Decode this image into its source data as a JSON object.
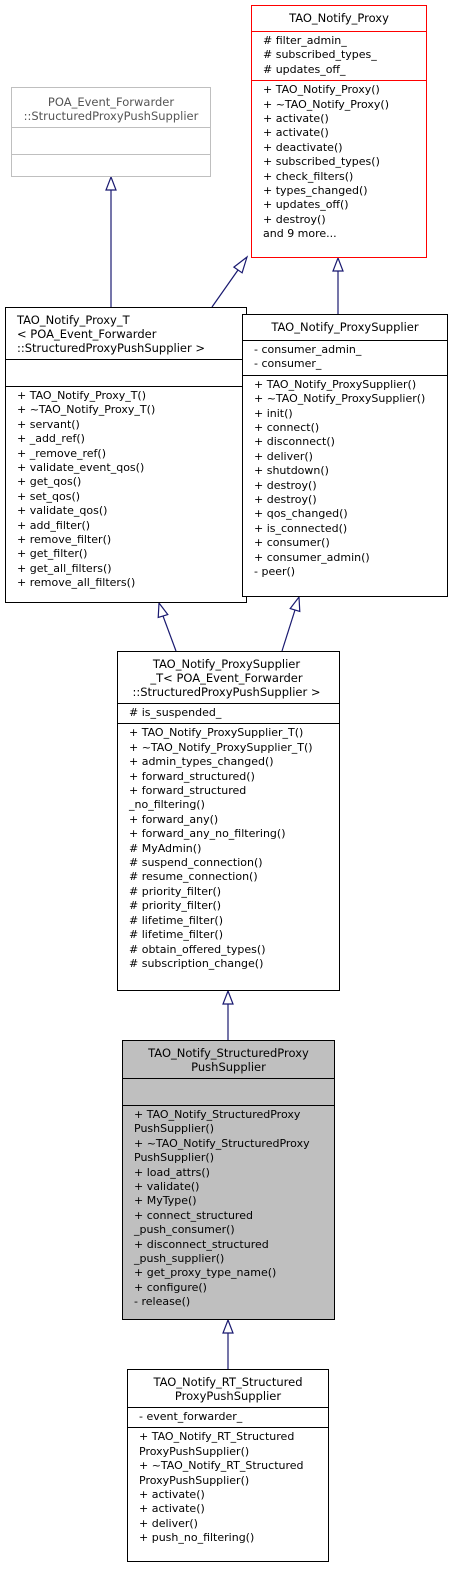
{
  "colors": {
    "edge": "#191970",
    "highlight_border": "#ff0000",
    "focus_fill": "#bfbfbf"
  },
  "nodes": {
    "poa": {
      "title": "POA_Event_Forwarder\n::StructuredProxyPushSupplier",
      "attributes": [],
      "methods": []
    },
    "proxy": {
      "title": "TAO_Notify_Proxy",
      "attributes": [
        "# filter_admin_",
        "# subscribed_types_",
        "# updates_off_"
      ],
      "methods": [
        "+ TAO_Notify_Proxy()",
        "+ ~TAO_Notify_Proxy()",
        "+ activate()",
        "+ activate()",
        "+ deactivate()",
        "+ subscribed_types()",
        "+ check_filters()",
        "+ types_changed()",
        "+ updates_off()",
        "+ destroy()",
        "and 9 more..."
      ]
    },
    "proxy_t": {
      "title": "TAO_Notify_Proxy_T\n< POA_Event_Forwarder\n::StructuredProxyPushSupplier >",
      "attributes": [],
      "methods": [
        "+ TAO_Notify_Proxy_T()",
        "+ ~TAO_Notify_Proxy_T()",
        "+ servant()",
        "+ _add_ref()",
        "+ _remove_ref()",
        "+ validate_event_qos()",
        "+ get_qos()",
        "+ set_qos()",
        "+ validate_qos()",
        "+ add_filter()",
        "+ remove_filter()",
        "+ get_filter()",
        "+ get_all_filters()",
        "+ remove_all_filters()"
      ]
    },
    "proxysupplier": {
      "title": "TAO_Notify_ProxySupplier",
      "attributes": [
        "- consumer_admin_",
        "- consumer_"
      ],
      "methods": [
        "+ TAO_Notify_ProxySupplier()",
        "+ ~TAO_Notify_ProxySupplier()",
        "+ init()",
        "+ connect()",
        "+ disconnect()",
        "+ deliver()",
        "+ shutdown()",
        "+ destroy()",
        "+ destroy()",
        "+ qos_changed()",
        "+ is_connected()",
        "+ consumer()",
        "+ consumer_admin()",
        "- peer()"
      ]
    },
    "proxysupplier_t": {
      "title": "TAO_Notify_ProxySupplier\n_T< POA_Event_Forwarder\n::StructuredProxyPushSupplier >",
      "attributes": [
        "# is_suspended_"
      ],
      "methods": [
        "+ TAO_Notify_ProxySupplier_T()",
        "+ ~TAO_Notify_ProxySupplier_T()",
        "+ admin_types_changed()",
        "+ forward_structured()",
        "+ forward_structured\n_no_filtering()",
        "+ forward_any()",
        "+ forward_any_no_filtering()",
        "# MyAdmin()",
        "# suspend_connection()",
        "# resume_connection()",
        "# priority_filter()",
        "# priority_filter()",
        "# lifetime_filter()",
        "# lifetime_filter()",
        "# obtain_offered_types()",
        "# subscription_change()"
      ]
    },
    "structured": {
      "title": "TAO_Notify_StructuredProxy\nPushSupplier",
      "attributes": [],
      "methods": [
        "+ TAO_Notify_StructuredProxy\nPushSupplier()",
        "+ ~TAO_Notify_StructuredProxy\nPushSupplier()",
        "+ load_attrs()",
        "+ validate()",
        "+ MyType()",
        "+ connect_structured\n_push_consumer()",
        "+ disconnect_structured\n_push_supplier()",
        "+ get_proxy_type_name()",
        "+ configure()",
        "- release()"
      ]
    },
    "rt": {
      "title": "TAO_Notify_RT_Structured\nProxyPushSupplier",
      "attributes": [
        "- event_forwarder_"
      ],
      "methods": [
        "+ TAO_Notify_RT_Structured\nProxyPushSupplier()",
        "+ ~TAO_Notify_RT_Structured\nProxyPushSupplier()",
        "+ activate()",
        "+ activate()",
        "+ deliver()",
        "+ push_no_filtering()"
      ]
    }
  },
  "edges": [
    {
      "from": "proxy_t",
      "to": "poa"
    },
    {
      "from": "proxy_t",
      "to": "proxy"
    },
    {
      "from": "proxysupplier",
      "to": "proxy"
    },
    {
      "from": "proxysupplier_t",
      "to": "proxy_t"
    },
    {
      "from": "proxysupplier_t",
      "to": "proxysupplier"
    },
    {
      "from": "structured",
      "to": "proxysupplier_t"
    },
    {
      "from": "rt",
      "to": "structured"
    }
  ]
}
